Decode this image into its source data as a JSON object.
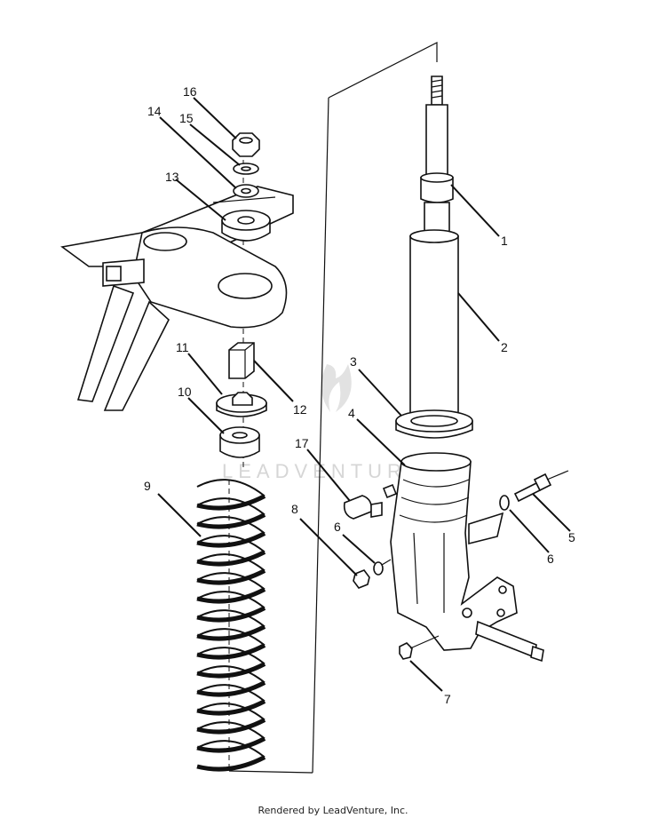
{
  "watermark": "LEADVENTURE",
  "footer": "Rendered by LeadVenture, Inc.",
  "callouts": [
    "1",
    "2",
    "3",
    "4",
    "5",
    "6",
    "6",
    "7",
    "8",
    "9",
    "10",
    "11",
    "12",
    "13",
    "14",
    "15",
    "16",
    "17"
  ]
}
